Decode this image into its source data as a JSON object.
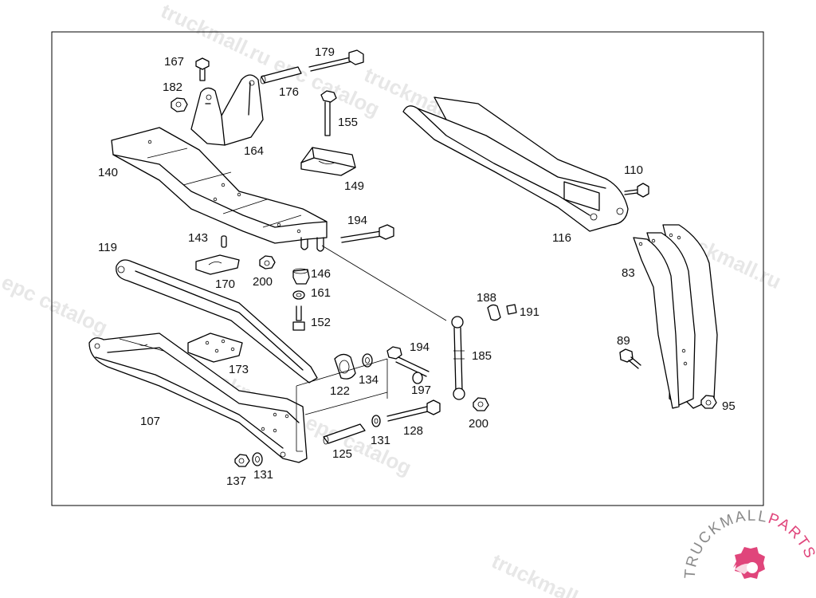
{
  "watermark": {
    "text_a": "epc catalog",
    "text_b": "truckmall.ru",
    "text_c": "truckmall.ru epc catalog"
  },
  "logo": {
    "text_main": "TRUCKMALL",
    "text_accent": "PARTS",
    "color_main": "#8a8a8a",
    "color_accent": "#e0457b"
  },
  "labels": {
    "p167": "167",
    "p182": "182",
    "p179": "179",
    "p176": "176",
    "p164": "164",
    "p155": "155",
    "p149": "149",
    "p140": "140",
    "p194a": "194",
    "p143": "143",
    "p119": "119",
    "p170": "170",
    "p200a": "200",
    "p146": "146",
    "p161": "161",
    "p152": "152",
    "p173": "173",
    "p122": "122",
    "p134": "134",
    "p194b": "194",
    "p197": "197",
    "p185": "185",
    "p188": "188",
    "p191": "191",
    "p110": "110",
    "p116": "116",
    "p83": "83",
    "p89": "89",
    "p95": "95",
    "p107": "107",
    "p137": "137",
    "p131a": "131",
    "p125": "125",
    "p131b": "131",
    "p128": "128",
    "p200b": "200"
  }
}
